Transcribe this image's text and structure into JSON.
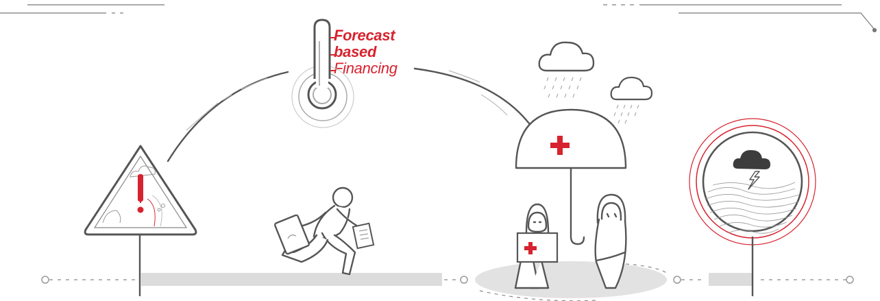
{
  "title": {
    "line1": "Forecast",
    "line2": "based",
    "line3": "Financing"
  },
  "colors": {
    "accent_red": "#d7232f",
    "line_gray": "#555555",
    "light_gray": "#dddddd",
    "dark_cloud": "#3d3d3d"
  },
  "icons": [
    "warning-triangle-icon",
    "thermometer-icon",
    "running-person-icon",
    "umbrella-icon",
    "red-cross-crescent-emblem-icon",
    "rain-cloud-icon",
    "storm-globe-icon"
  ]
}
